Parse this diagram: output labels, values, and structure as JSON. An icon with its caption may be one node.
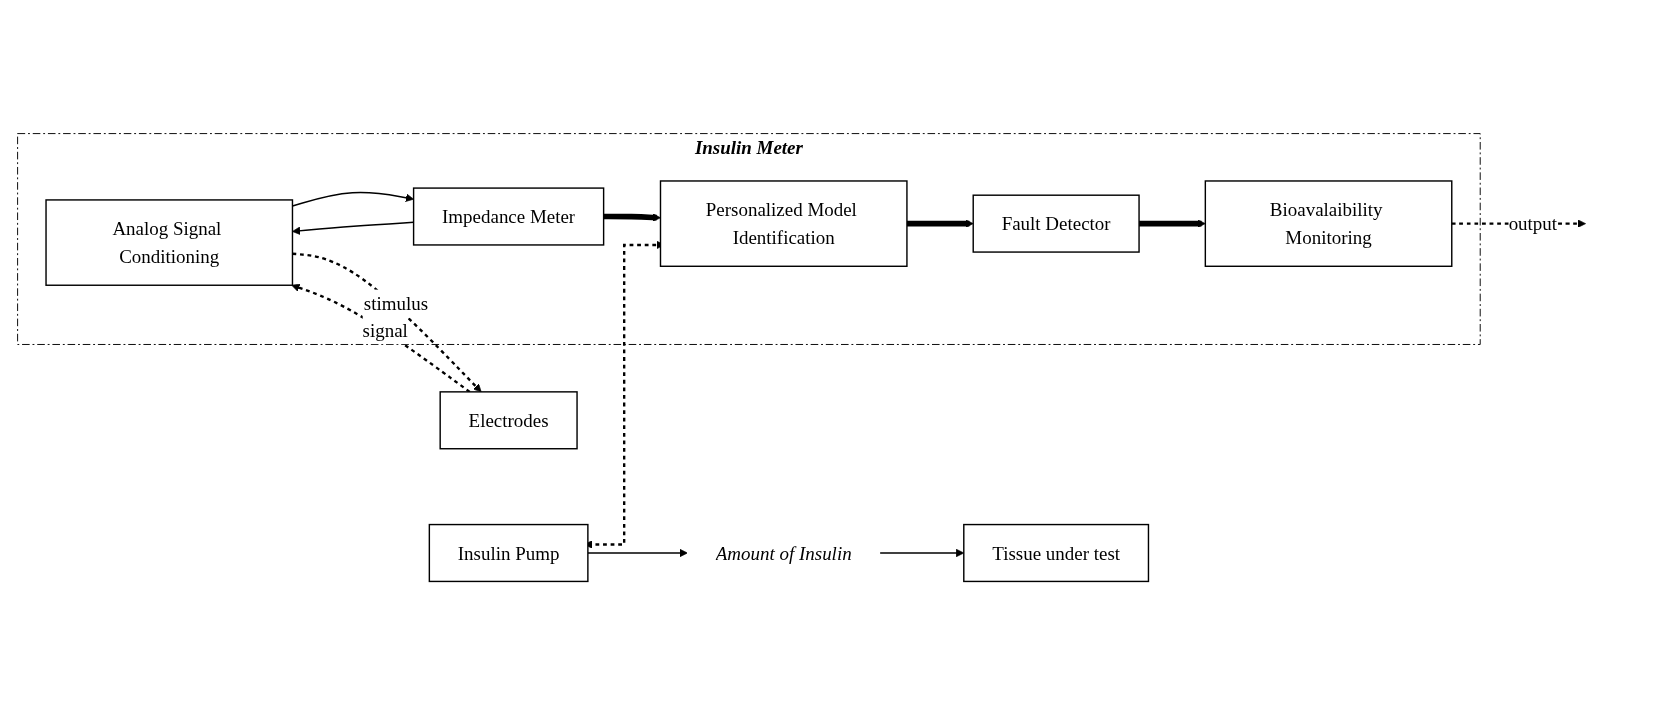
{
  "diagram": {
    "nodes": [
      {
        "text": [
          "Insulin Meter"
        ]
      },
      {
        "text": [
          "Analog Signal Conditioning"
        ],
        "in": 0
      },
      {
        "text": [
          "Fault Detector"
        ],
        "in": 0
      },
      {
        "text": [
          "Bioavalaibility Monitoring"
        ],
        "in": 0
      },
      {
        "text": [
          "Impedance Meter"
        ],
        "in": 0
      },
      {
        "text": [
          "Personalized Model Identification"
        ],
        "in": 0
      },
      {
        "text": [
          "Electrodes"
        ]
      },
      {
        "text": [
          "Tissue under test"
        ]
      },
      {
        "text": [
          "Amount of Insulin"
        ]
      },
      {
        "text": [
          "Insulin Pump"
        ]
      }
    ],
    "edges": [
      {
        "from": 1,
        "to": 6,
        "arrow": "to",
        "label": "stimulus",
        "style": "dashed"
      },
      {
        "from": 6,
        "to": 1,
        "arrow": "to",
        "label": "signal",
        "style": "dashed"
      },
      {
        "from": 1,
        "to": 4,
        "arrow": "to"
      },
      {
        "from": 4,
        "to": 1,
        "arrow": "to"
      },
      {
        "from": 4,
        "to": 5,
        "arrow": "to",
        "style": "thick"
      },
      {
        "from": 5,
        "to": 2,
        "arrow": "to",
        "style": "thick"
      },
      {
        "from": 2,
        "to": 3,
        "arrow": "to",
        "style": "thick"
      },
      {
        "from": 3,
        "to": null,
        "arrow": "to",
        "label": "output",
        "style": "dashed"
      },
      {
        "from": 9,
        "to": 5,
        "arrow": "both",
        "style": "dashed"
      },
      {
        "from": 9,
        "to": 8,
        "arrow": "to"
      },
      {
        "from": 8,
        "to": 7,
        "arrow": "to"
      }
    ]
  }
}
